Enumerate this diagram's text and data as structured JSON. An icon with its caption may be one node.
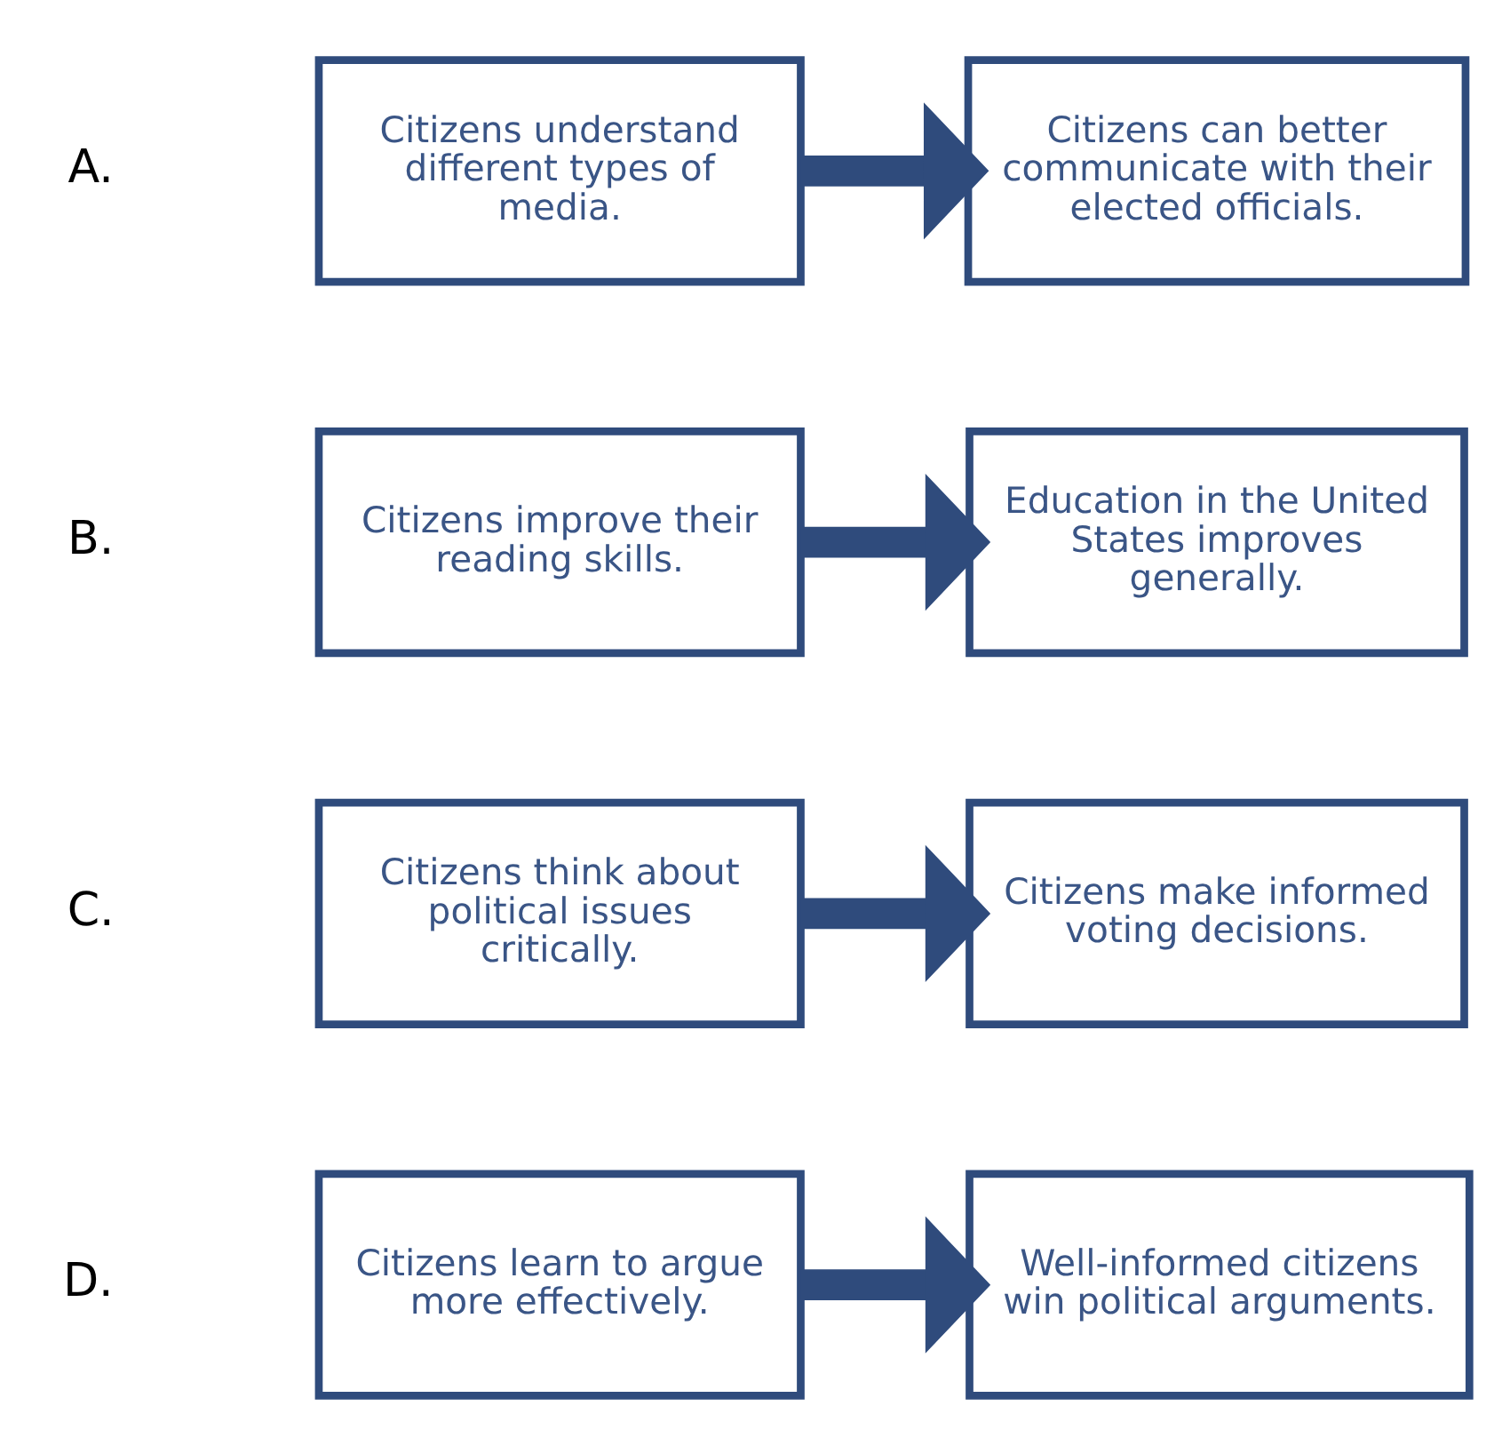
{
  "diagram": {
    "nodes": [
      {
        "text": [
          "Citizens understand different types of media."
        ]
      },
      {
        "text": [
          "Citizens can better communicate with their elected officials."
        ]
      },
      {
        "text": [
          "Citizens improve their reading skills."
        ]
      },
      {
        "text": [
          "Education in the United States improves generally."
        ]
      },
      {
        "text": [
          "Citizens think about political issues critically."
        ]
      },
      {
        "text": [
          "Citizens make informed voting decisions."
        ]
      },
      {
        "text": [
          "Citizens learn to argue more effectively."
        ]
      },
      {
        "text": [
          "Well-informed citizens win political arguments."
        ]
      }
    ],
    "edges": [
      {
        "from": 0,
        "to": 1,
        "arrow": "to"
      },
      {
        "from": 2,
        "to": 3,
        "arrow": "to"
      },
      {
        "from": 4,
        "to": 5,
        "arrow": "to"
      },
      {
        "from": 6,
        "to": 7,
        "arrow": "to"
      }
    ],
    "labels": [
      "A.",
      "B.",
      "C.",
      "D."
    ]
  }
}
